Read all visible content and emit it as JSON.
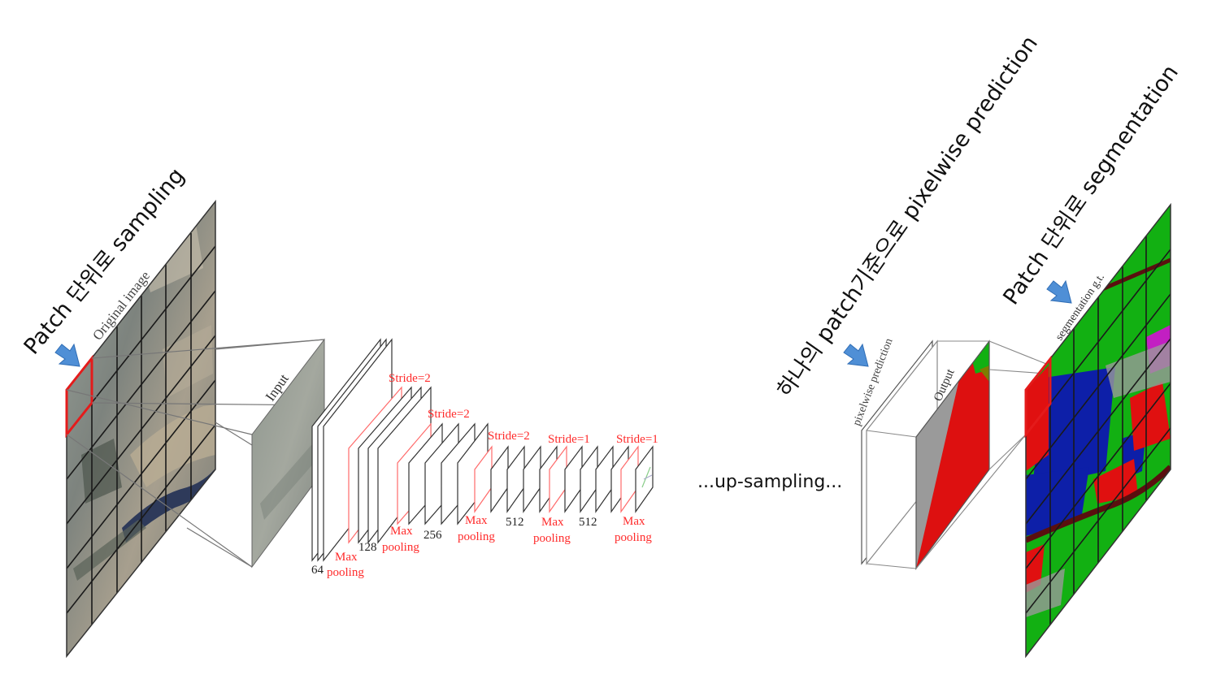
{
  "annotations": {
    "left_patch_sampling": "Patch 단위로 sampling",
    "right_pixelwise": "하나의 patch기준으로 pixelwise prediction",
    "right_patch_segmentation": "Patch 단위로 segmentation",
    "upsampling": "...up-sampling..."
  },
  "panel_labels": {
    "original_image": "Original image",
    "input": "Input",
    "pixelwise_prediction": "pixelwise prediction",
    "output": "Output",
    "segmentation_gt": "segmentation g.t."
  },
  "network": {
    "channels": [
      "64",
      "128",
      "256",
      "512",
      "512"
    ],
    "strides": [
      "Stride=2",
      "Stride=2",
      "Stride=2",
      "Stride=1",
      "Stride=1"
    ],
    "pool_word1": "Max",
    "pool_word2": "pooling"
  },
  "colors": {
    "arrow": "#4f8fd6",
    "accent_red": "#ff2a2a",
    "seg_green": "#12b012",
    "seg_blue": "#0d1fa8",
    "seg_red": "#e01010",
    "seg_magenta": "#c21fc2",
    "seg_gray": "#9a9a9a"
  }
}
